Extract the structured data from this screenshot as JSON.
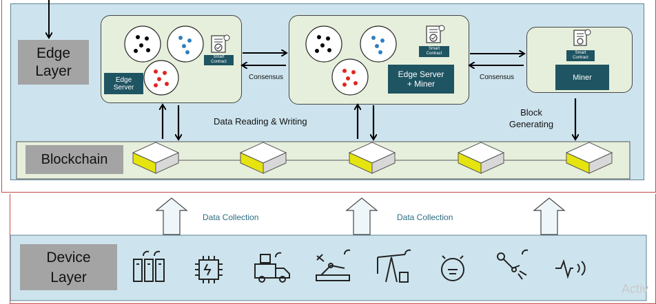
{
  "edge_layer": {
    "label_line1": "Edge",
    "label_line2": "Layer"
  },
  "device_layer": {
    "label_line1": "Device",
    "label_line2": "Layer"
  },
  "blockchain": {
    "label": "Blockchain"
  },
  "node1": {
    "label_line1": "Edge",
    "label_line2": "Server",
    "contract_line1": "Smart",
    "contract_line2": "Contract"
  },
  "node2": {
    "label_line1": "Edge Server",
    "label_line2": "+ Miner",
    "contract_line1": "Smart",
    "contract_line2": "Contract"
  },
  "node3": {
    "label": "Miner",
    "contract_line1": "Smart",
    "contract_line2": "Contract"
  },
  "consensus1": "Consensus",
  "consensus2": "Consensus",
  "data_rw": "Data Reading & Writing",
  "block_gen_line1": "Block",
  "block_gen_line2": "Generating",
  "data_collection_1": "Data Collection",
  "data_collection_2": "Data Collection",
  "watermark": "Activ",
  "icons": [
    "server-rack-icon",
    "chip-icon",
    "truck-icon",
    "robot-arm-icon",
    "oil-pump-icon",
    "gauge-icon",
    "robotic-arm-icon",
    "signal-wave-icon"
  ],
  "colors": {
    "panel": "#cde4ee",
    "node": "#e6efdb",
    "teal": "#1f5462",
    "block_yellow": "#e5e40f",
    "dot_blue": "#2f7fc1",
    "dot_red": "#e0261f"
  }
}
